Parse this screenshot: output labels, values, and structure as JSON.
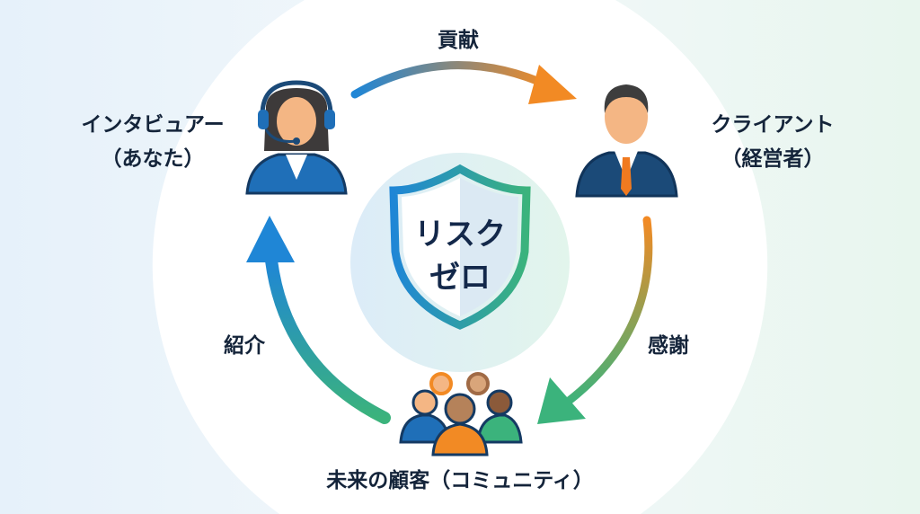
{
  "center": {
    "line1": "リスク",
    "line2": "ゼロ"
  },
  "nodes": {
    "interviewer": {
      "line1": "インタビュアー",
      "line2": "（あなた）"
    },
    "client": {
      "line1": "クライアント",
      "line2": "（経営者）"
    },
    "community": {
      "label": "未来の顧客（コミュニティ）"
    }
  },
  "arrows": {
    "contribution": "貢献",
    "gratitude": "感謝",
    "referral": "紹介"
  },
  "colors": {
    "blue": "#1f7fd0",
    "orange": "#f28a24",
    "green": "#3bb37c",
    "navy": "#1b4a78"
  }
}
